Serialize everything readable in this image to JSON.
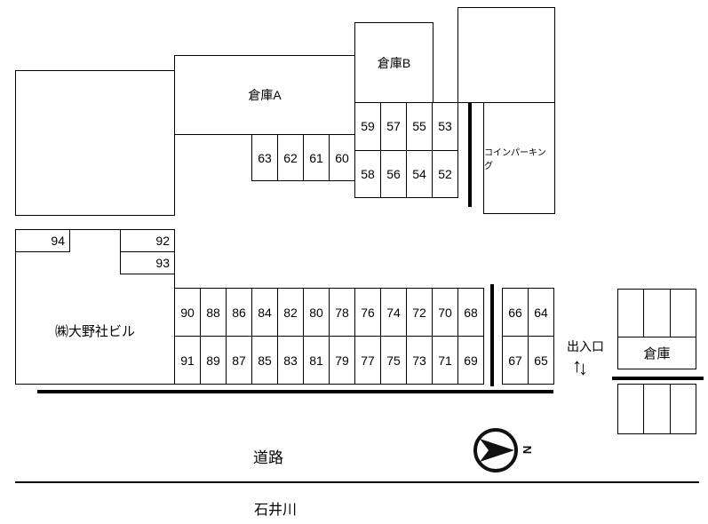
{
  "labels": {
    "warehouse_a": "倉庫A",
    "warehouse_b": "倉庫B",
    "coin_parking": "コインパーキング",
    "building": "㈱大野社ビル",
    "warehouse_east": "倉庫",
    "entrance": "出入口",
    "entrance_arrow_up": "↑",
    "entrance_arrow_down": "↓",
    "road": "道路",
    "river": "石井川",
    "compass_north": "N"
  },
  "parking": {
    "north_block_upper": [
      "59",
      "57",
      "55",
      "53"
    ],
    "north_block_lower": [
      "58",
      "56",
      "54",
      "52"
    ],
    "north_strip": [
      "63",
      "62",
      "61",
      "60"
    ],
    "building_spaces": {
      "space_94": "94",
      "space_92": "92",
      "space_93": "93"
    },
    "main_block_upper": [
      "90",
      "88",
      "86",
      "84",
      "82",
      "80",
      "78",
      "76",
      "74",
      "72",
      "70",
      "68"
    ],
    "main_block_lower": [
      "91",
      "89",
      "87",
      "85",
      "83",
      "81",
      "79",
      "77",
      "75",
      "73",
      "71",
      "69"
    ],
    "east_block_upper": [
      "66",
      "64"
    ],
    "east_block_lower": [
      "67",
      "65"
    ]
  },
  "colors": {
    "line": "#000000",
    "background": "#ffffff",
    "compass": "#111111"
  }
}
